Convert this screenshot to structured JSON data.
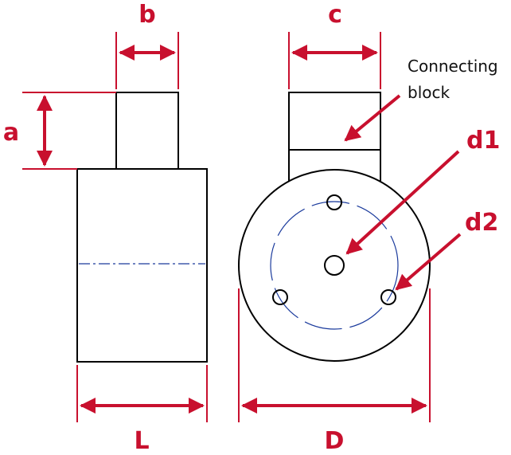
{
  "labels": {
    "a": "a",
    "b": "b",
    "c": "c",
    "L": "L",
    "D": "D",
    "d1": "d1",
    "d2": "d2",
    "note_line1": "Connecting",
    "note_line2": "block"
  },
  "colors": {
    "dimension": "#c8102e",
    "outline": "#000000",
    "centerline": "#1a3a9c"
  }
}
